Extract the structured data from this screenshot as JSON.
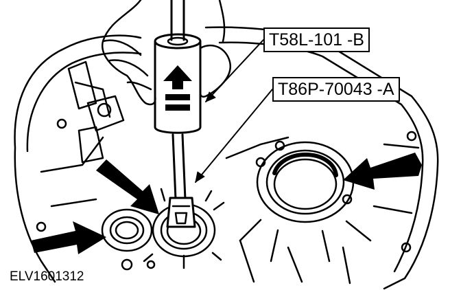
{
  "diagram": {
    "callouts": [
      {
        "id": "tool-b",
        "label": "T58L-101 -B"
      },
      {
        "id": "tool-a",
        "label": "T86P-70043 -A"
      }
    ],
    "figure_code": "ELV1601312",
    "ink_color": "#000000",
    "paper_color": "#ffffff"
  }
}
